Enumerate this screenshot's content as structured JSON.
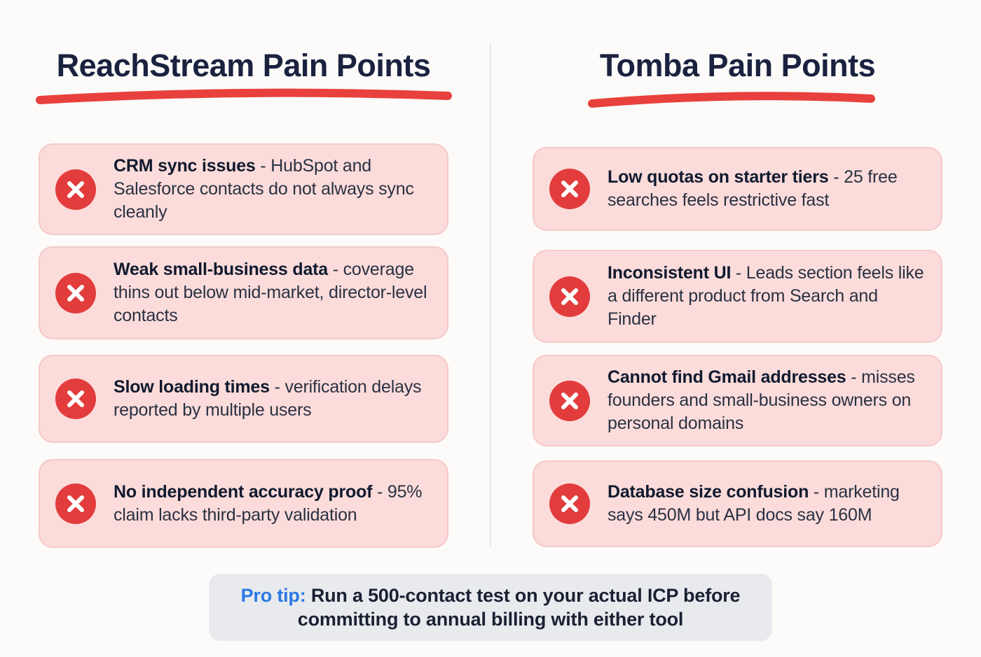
{
  "columns": [
    {
      "title": "ReachStream Pain Points",
      "cards": [
        {
          "bold": "CRM sync issues",
          "rest": " - HubSpot and Salesforce contacts do not always sync cleanly"
        },
        {
          "bold": "Weak small-business data",
          "rest": " - coverage thins out below mid-market, director-level contacts"
        },
        {
          "bold": "Slow loading times",
          "rest": " - verification delays reported by multiple users"
        },
        {
          "bold": "No independent accuracy proof",
          "rest": " - 95% claim lacks third-party validation"
        }
      ]
    },
    {
      "title": "Tomba Pain Points",
      "cards": [
        {
          "bold": "Low quotas on starter tiers",
          "rest": " - 25 free searches feels restrictive fast"
        },
        {
          "bold": "Inconsistent UI",
          "rest": " - Leads section feels like a different product from Search and Finder"
        },
        {
          "bold": "Cannot find Gmail addresses",
          "rest": " - misses founders and small-business owners on personal domains"
        },
        {
          "bold": "Database size confusion",
          "rest": " - marketing says 450M but API docs say 160M"
        }
      ]
    }
  ],
  "pro_tip": {
    "label": "Pro tip:",
    "text": " Run a 500-contact test on your actual ICP before committing to annual billing with either tool"
  },
  "icons": {
    "bullet": "x-circle-icon"
  },
  "colors": {
    "background": "#fcfbf9",
    "title": "#1b2240",
    "swoosh_red": "#e8413d",
    "card_bg": "#fbdcdb",
    "card_border": "#f5c9c8",
    "x_circle": "#e23c3c",
    "text_bold": "#111a2e",
    "text_body": "#2a3142",
    "divider": "#e2e5ea",
    "protip_bg": "#e8eaee",
    "protip_blue": "#2d78e6",
    "protip_text": "#1a2133"
  }
}
